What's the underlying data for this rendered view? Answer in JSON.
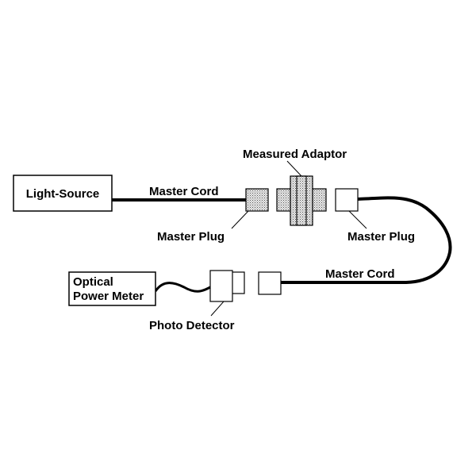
{
  "labels": {
    "light_source": "Light-Source",
    "master_cord_top": "Master Cord",
    "measured_adaptor": "Measured Adaptor",
    "master_plug_left": "Master Plug",
    "master_plug_right": "Master Plug",
    "optical_power_meter_line1": "Optical",
    "optical_power_meter_line2": "Power Meter",
    "master_cord_bottom": "Master Cord",
    "photo_detector": "Photo Detector"
  },
  "colors": {
    "line": "#000000",
    "fill": "#ffffff",
    "stipple": "#bdbdbd"
  }
}
